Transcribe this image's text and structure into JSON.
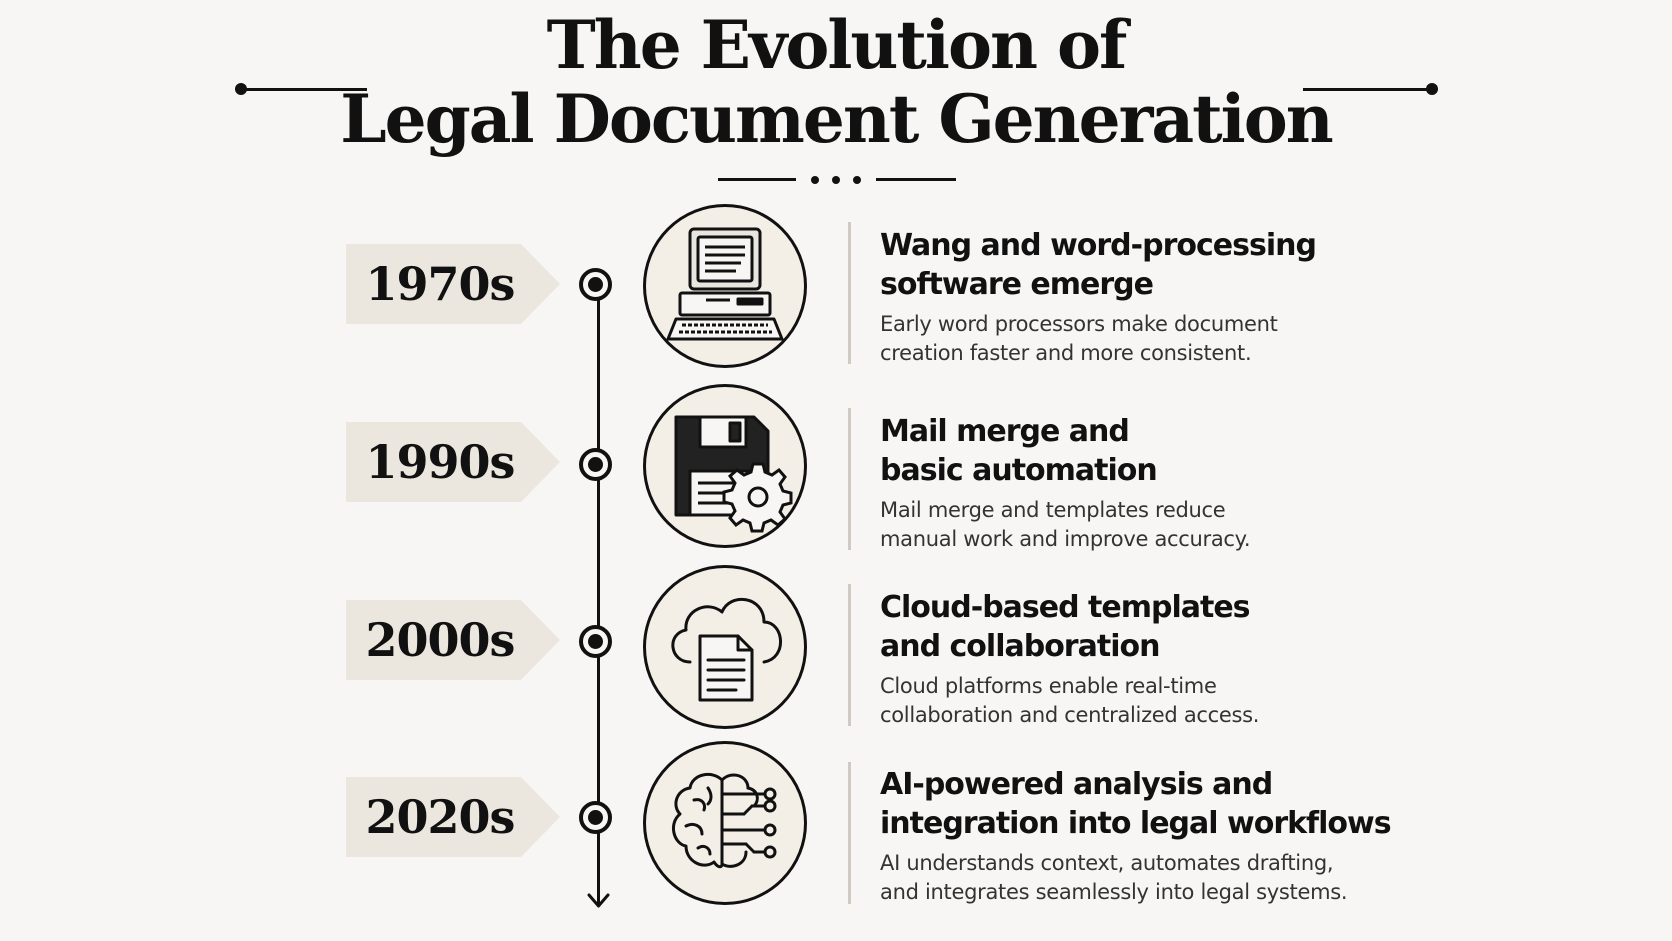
{
  "title": {
    "line1": "The Evolution of",
    "line2": "Legal Document Generation"
  },
  "timeline": [
    {
      "era": "1970s",
      "icon": "computer-terminal-icon",
      "heading_line1": "Wang and word-processing",
      "heading_line2": "software emerge",
      "desc_line1": "Early word processors make document",
      "desc_line2": "creation faster and more consistent."
    },
    {
      "era": "1990s",
      "icon": "floppy-disk-gear-icon",
      "heading_line1": "Mail merge and",
      "heading_line2": "basic automation",
      "desc_line1": "Mail merge and templates reduce",
      "desc_line2": "manual work and improve accuracy."
    },
    {
      "era": "2000s",
      "icon": "cloud-document-icon",
      "heading_line1": "Cloud-based templates",
      "heading_line2": "and collaboration",
      "desc_line1": "Cloud platforms enable real-time",
      "desc_line2": "collaboration and centralized access."
    },
    {
      "era": "2020s",
      "icon": "ai-brain-circuit-icon",
      "heading_line1": "AI-powered analysis and",
      "heading_line2": "integration into legal workflows",
      "desc_line1": "AI understands context, automates drafting,",
      "desc_line2": "and integrates seamlessly into legal systems."
    }
  ],
  "colors": {
    "background": "#f7f6f4",
    "ink": "#111111",
    "tag_fill": "#ebe7df",
    "icon_fill": "#f3efe7"
  }
}
